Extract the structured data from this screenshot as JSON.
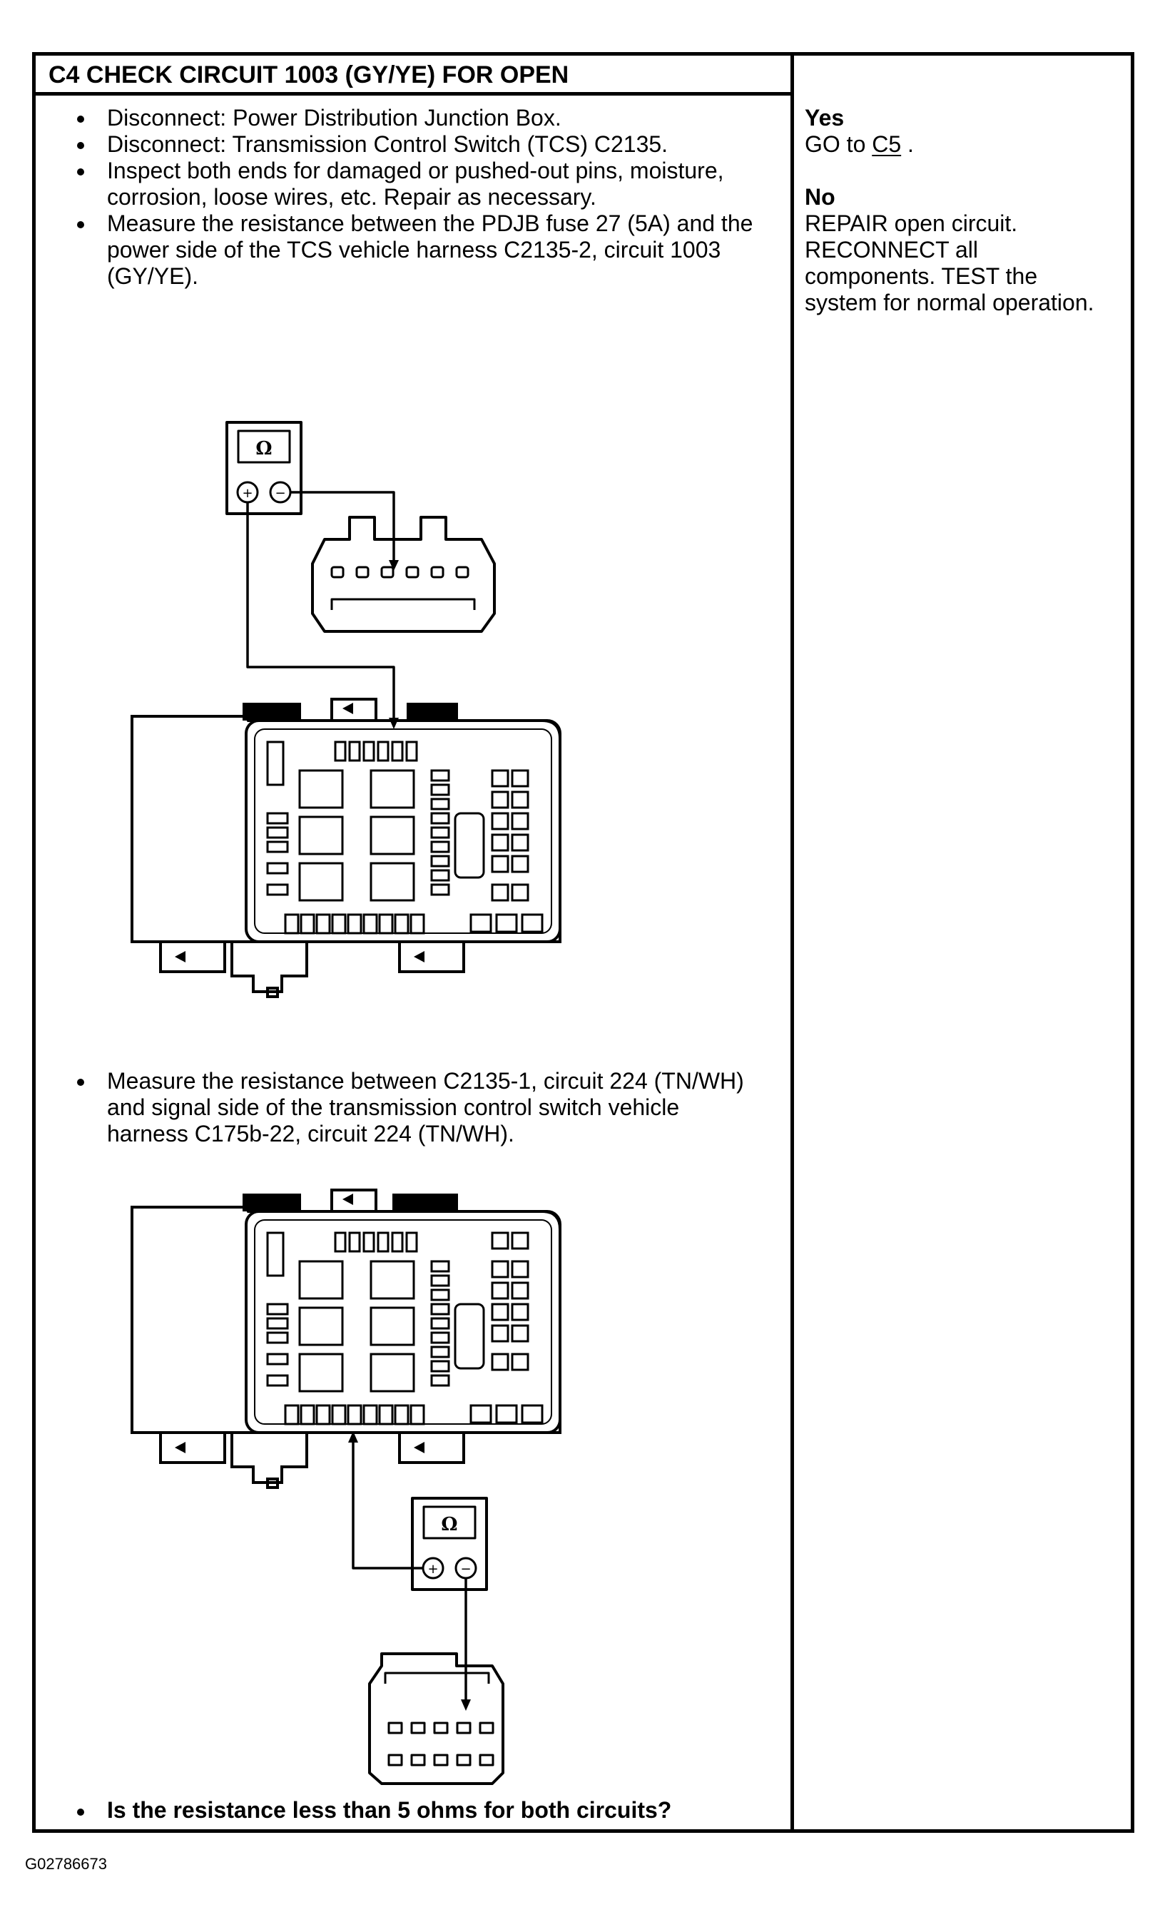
{
  "title": "C4 CHECK CIRCUIT 1003 (GY/YE) FOR OPEN",
  "steps_top": [
    "Disconnect: Power Distribution Junction Box.",
    "Disconnect: Transmission Control Switch (TCS) C2135.",
    [
      "Inspect both ends for damaged or pushed-out pins, moisture,",
      "corrosion, loose wires, etc. Repair as necessary."
    ],
    [
      "Measure the resistance between the PDJB fuse 27 (5A) and the",
      "power side of the TCS vehicle harness C2135-2, circuit 1003",
      "(GY/YE)."
    ]
  ],
  "step_mid": [
    "Measure the resistance between C2135-1, circuit 224 (TN/WH)",
    "and signal side of the transmission control switch vehicle",
    "harness C175b-22, circuit 224 (TN/WH)."
  ],
  "question": "Is the resistance less than 5 ohms for both circuits?",
  "yes": {
    "label": "Yes",
    "prefix": "GO to ",
    "link": "C5",
    "suffix": " ."
  },
  "no": {
    "label": "No",
    "lines": [
      "REPAIR open circuit.",
      "RECONNECT all",
      "components. TEST the",
      "system for normal operation."
    ]
  },
  "meter": {
    "symbol": "Ω",
    "plus": "+",
    "minus": "−"
  },
  "figure_id": "G02786673",
  "colors": {
    "ink": "#000000",
    "paper": "#ffffff"
  },
  "icons": [
    "ohmmeter-icon",
    "connector-icon",
    "junction-box-icon"
  ]
}
